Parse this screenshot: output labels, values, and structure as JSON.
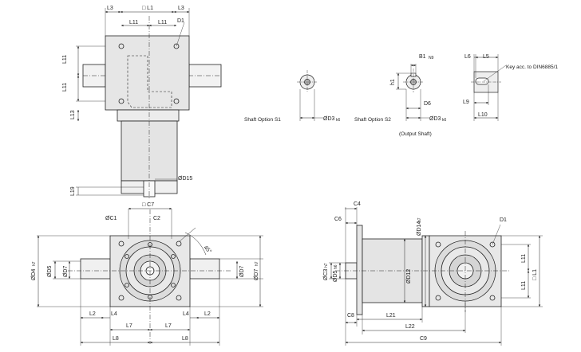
{
  "top_view": {
    "labels": {
      "L3_left": "L3",
      "L1": "□ L1",
      "L3_right": "L3",
      "L11_a": "L11",
      "L11_b": "L11",
      "D1": "D1",
      "L11_v1": "L11",
      "L11_v2": "L11",
      "L13": "L13",
      "D15": "ØD15",
      "L19": "L19"
    }
  },
  "shaft_option_s1": {
    "caption": "Shaft Option S1",
    "d3": "ØD3",
    "d3_sub": "k6"
  },
  "shaft_option_s2": {
    "caption": "Shaft Option S2",
    "sub_caption": "(Output Shaft)",
    "b1": "B1",
    "b1_sub": "N9",
    "h1": "h1",
    "d6": "D6",
    "d3": "ØD3",
    "d3_sub": "k6"
  },
  "key_detail": {
    "note": "Key acc. to DIN6885/1",
    "l6": "L6",
    "l5": "L5",
    "l9": "L9",
    "l10": "L10"
  },
  "front_view": {
    "labels": {
      "c7": "□ C7",
      "c1": "ØC1",
      "c2": "C2",
      "d4": "ØD4",
      "d4_sub": "h7",
      "d5": "ØD5",
      "d7_left": "ØD7",
      "d7_right": "ØD7",
      "d7_far": "ØD7",
      "d7_far_sub": "h7",
      "angle": "45°",
      "l2_left": "L2",
      "l4_left": "L4",
      "l7_left": "L7",
      "l7_right": "L7",
      "l4_right": "L4",
      "l2_right": "L2",
      "l8_left": "L8",
      "l8_right": "L8"
    }
  },
  "side_view": {
    "labels": {
      "c4": "C4",
      "c6": "C6",
      "c3": "ØC3",
      "c3_sub": "h7",
      "d5": "ØD5",
      "d5_sub": "h6",
      "d12": "ØD12",
      "d14": "ØD14",
      "d14_sub": "h7",
      "d1": "D1",
      "l11_a": "L11",
      "l11_b": "L11",
      "l1": "□ L1",
      "c8": "C8",
      "l21": "L21",
      "l22": "L22",
      "c9": "C9"
    }
  }
}
